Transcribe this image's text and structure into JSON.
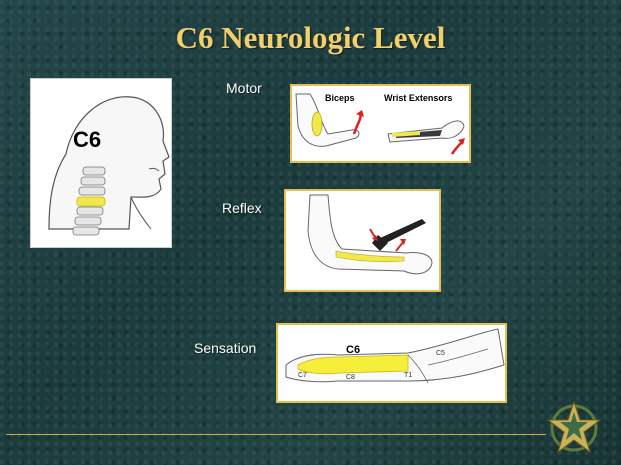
{
  "title": "C6 Neurologic Level",
  "head_figure": {
    "level_label": "C6"
  },
  "motor": {
    "label": "Motor",
    "muscles": [
      "Biceps",
      "Wrist Extensors"
    ]
  },
  "reflex": {
    "label": "Reflex"
  },
  "sensation": {
    "label": "Sensation",
    "dermatomes": [
      "C6",
      "C5",
      "C7",
      "C8",
      "T1"
    ]
  },
  "logo": {
    "icon": "star-emblem-icon"
  },
  "colors": {
    "title": "#f2cf6a",
    "panel_border": "#e3bf52",
    "highlight": "#f5ef3a",
    "arrow": "#e02020"
  }
}
